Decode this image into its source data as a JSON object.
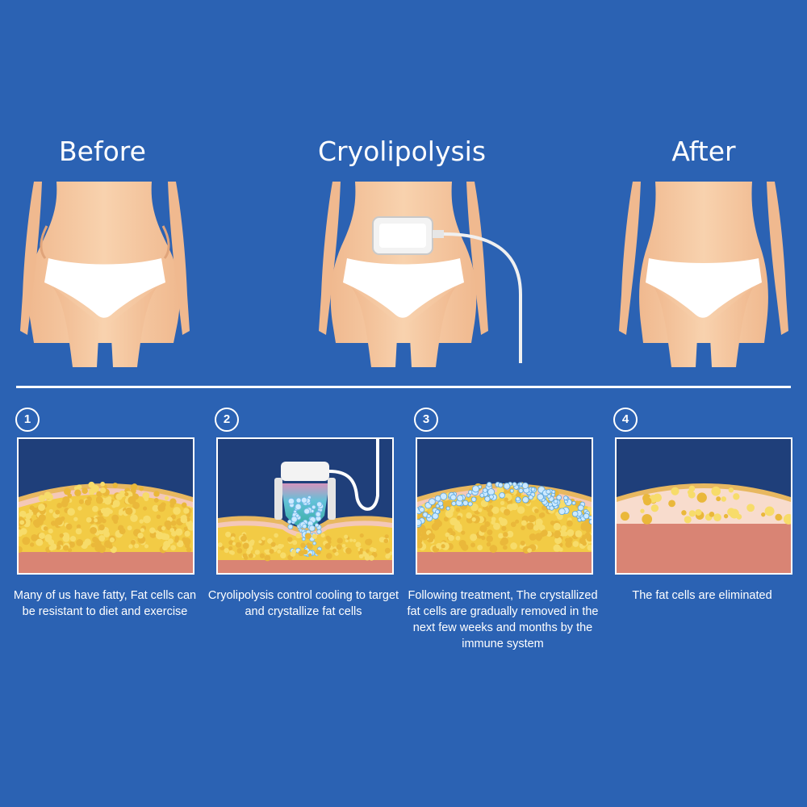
{
  "headings": {
    "before": "Before",
    "cryolipolysis": "Cryolipolysis",
    "after": "After"
  },
  "steps": [
    {
      "number": "1",
      "caption": "Many of us have fatty, Fat cells can be resistant to diet and exercise"
    },
    {
      "number": "2",
      "caption": "Cryolipolysis control cooling to target and crystallize fat cells"
    },
    {
      "number": "3",
      "caption": "Following treatment, The crystallized fat cells are gradually removed in the next few weeks and months by the immune system"
    },
    {
      "number": "4",
      "caption": "The fat cells are eliminated"
    }
  ],
  "colors": {
    "background": "#2b62b3",
    "skin": "#f6c8a0",
    "fat": "#f2cb45",
    "muscle": "#d98474",
    "ice": "#9fd6f5"
  }
}
